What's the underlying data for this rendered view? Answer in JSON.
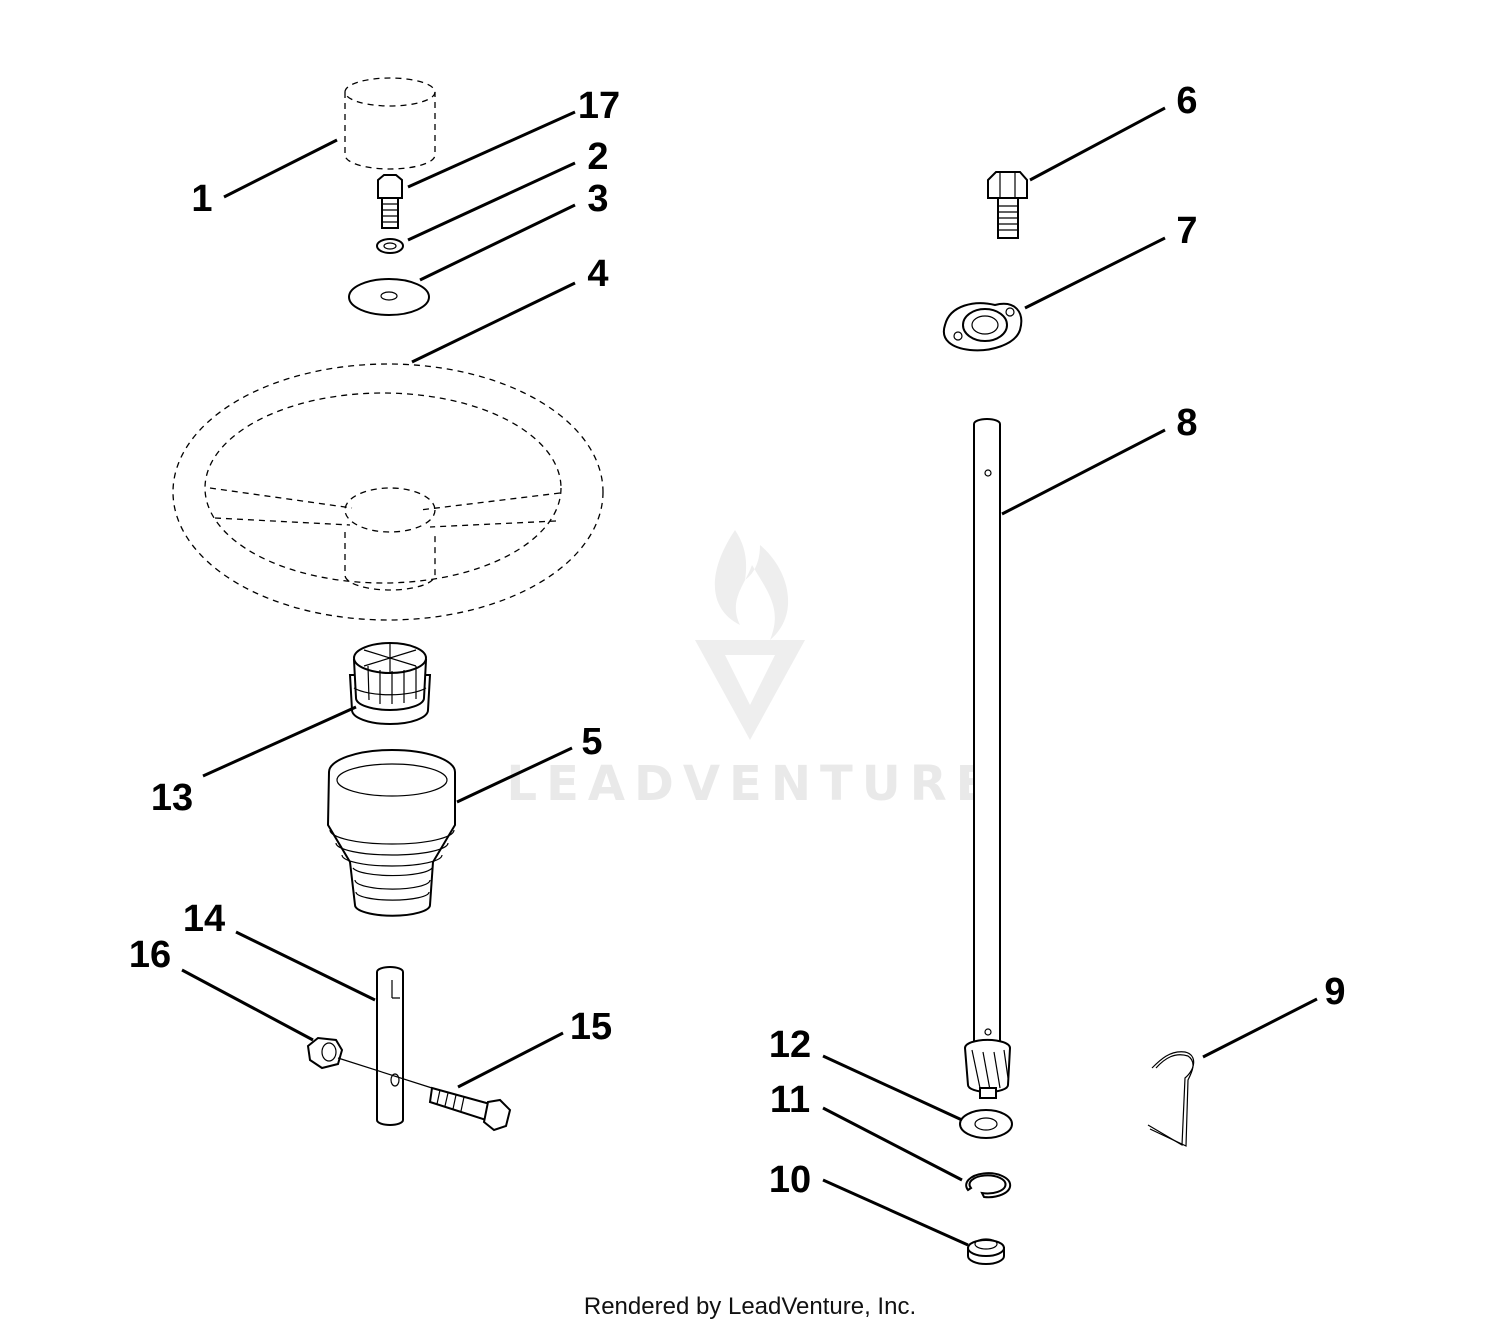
{
  "diagram": {
    "callouts": [
      "1",
      "17",
      "2",
      "3",
      "4",
      "6",
      "7",
      "8",
      "13",
      "5",
      "14",
      "16",
      "15",
      "9",
      "12",
      "11",
      "10"
    ]
  },
  "watermark": {
    "text": "LEADVENTURE",
    "logo": "flame-v-logo"
  },
  "footer": {
    "text": "Rendered by LeadVenture, Inc."
  }
}
